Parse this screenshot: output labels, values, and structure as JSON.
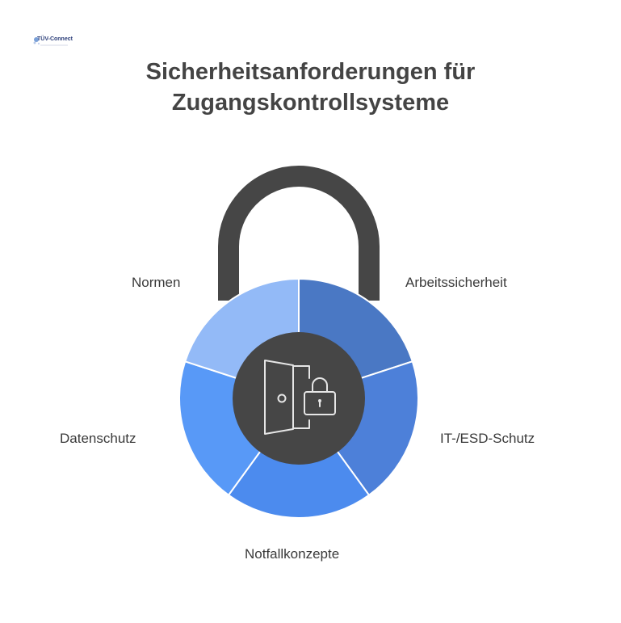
{
  "logo": {
    "text": "TÜV-Connect"
  },
  "title": {
    "line1": "Sicherheitsanforderungen für",
    "line2": "Zugangskontrollsysteme"
  },
  "segments": [
    {
      "label": "Arbeitssicherheit",
      "color": "#4a78c4"
    },
    {
      "label": "IT-/ESD-Schutz",
      "color": "#4d80d9"
    },
    {
      "label": "Notfallkonzepte",
      "color": "#4c8bee"
    },
    {
      "label": "Datenschutz",
      "color": "#5899f7"
    },
    {
      "label": "Normen",
      "color": "#93baf7"
    }
  ],
  "center_icon": "door-lock-icon",
  "colors": {
    "shackle": "#464646",
    "hub": "#464646",
    "icon_stroke": "#e6e6e6"
  }
}
